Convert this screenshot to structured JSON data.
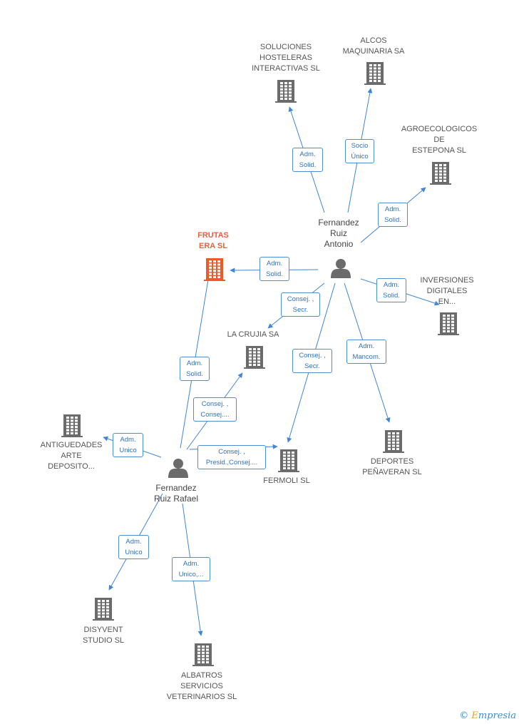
{
  "colors": {
    "edge": "#3f86d6",
    "building": "#6b6b6b",
    "building_focus": "#ea5a2a",
    "person": "#6b6b6b"
  },
  "persons": [
    {
      "id": "antonio",
      "label": "Fernandez\nRuiz\nAntonio",
      "icon": "person-icon"
    },
    {
      "id": "rafael",
      "label": "Fernandez\nRuiz Rafael",
      "icon": "person-icon"
    }
  ],
  "companies": [
    {
      "id": "soluciones",
      "label": "SOLUCIONES\nHOSTELERAS\nINTERACTIVAS SL",
      "focus": false
    },
    {
      "id": "alcos",
      "label": "ALCOS\nMAQUINARIA SA",
      "focus": false
    },
    {
      "id": "agro",
      "label": "AGROECOLOGICOS\nDE\nESTEPONA SL",
      "focus": false
    },
    {
      "id": "frutas",
      "label": "FRUTAS\nERA SL",
      "focus": true
    },
    {
      "id": "inversiones",
      "label": "INVERSIONES\nDIGITALES\nEN...",
      "focus": false
    },
    {
      "id": "crujia",
      "label": "LA CRUJIA SA",
      "focus": false
    },
    {
      "id": "antiguedades",
      "label": "ANTIGUEDADES\nARTE\nDEPOSITO...",
      "focus": false
    },
    {
      "id": "fermoli",
      "label": "FERMOLI SL",
      "focus": false
    },
    {
      "id": "deportes",
      "label": "DEPORTES\nPEÑAVERAN SL",
      "focus": false
    },
    {
      "id": "disyvent",
      "label": "DISYVENT\nSTUDIO SL",
      "focus": false
    },
    {
      "id": "albatros",
      "label": "ALBATROS\nSERVICIOS\nVETERINARIOS SL",
      "focus": false
    }
  ],
  "edges": [
    {
      "from": "antonio",
      "to": "soluciones",
      "label": "Adm.\nSolid."
    },
    {
      "from": "antonio",
      "to": "alcos",
      "label": "Socio\nÚnico"
    },
    {
      "from": "antonio",
      "to": "agro",
      "label": "Adm.\nSolid."
    },
    {
      "from": "antonio",
      "to": "frutas",
      "label": "Adm.\nSolid."
    },
    {
      "from": "antonio",
      "to": "inversiones",
      "label": "Adm.\nSolid."
    },
    {
      "from": "antonio",
      "to": "crujia",
      "label": "Consej. ,\nSecr."
    },
    {
      "from": "antonio",
      "to": "fermoli",
      "label": "Consej. ,\nSecr."
    },
    {
      "from": "antonio",
      "to": "deportes",
      "label": "Adm.\nMancom."
    },
    {
      "from": "rafael",
      "to": "frutas",
      "label": "Adm.\nSolid."
    },
    {
      "from": "rafael",
      "to": "crujia",
      "label": "Consej. ,\nConsej...."
    },
    {
      "from": "rafael",
      "to": "fermoli",
      "label": "Consej. ,\nPresid.,Consej...."
    },
    {
      "from": "rafael",
      "to": "antiguedades",
      "label": "Adm.\nUnico"
    },
    {
      "from": "rafael",
      "to": "disyvent",
      "label": "Adm.\nUnico"
    },
    {
      "from": "rafael",
      "to": "albatros",
      "label": "Adm.\nUnico,..."
    }
  ],
  "watermark": {
    "copyright": "©",
    "brand_initial": "E",
    "brand_rest": "mpresia"
  }
}
